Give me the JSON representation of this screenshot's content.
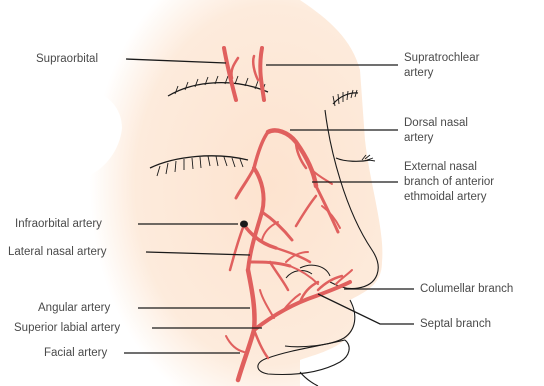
{
  "labels": {
    "supraorbital": "Supraorbital",
    "supratrochlear_artery": "Supratrochlear\nartery",
    "dorsal_nasal_artery": "Dorsal nasal\nartery",
    "external_nasal_branch": "External nasal\nbranch of anterior\nethmoidal artery",
    "infraorbital_artery": "Infraorbital artery",
    "lateral_nasal_artery": "Lateral nasal artery",
    "columellar_branch": "Columellar branch",
    "angular_artery": "Angular artery",
    "septal_branch": "Septal branch",
    "superior_labial_artery": "Superior labial artery",
    "facial_artery": "Facial artery"
  },
  "colors": {
    "artery": "#e0605e",
    "skin": "#fde7d6",
    "outline": "#1a1a1a",
    "text": "#4a4a4a"
  }
}
